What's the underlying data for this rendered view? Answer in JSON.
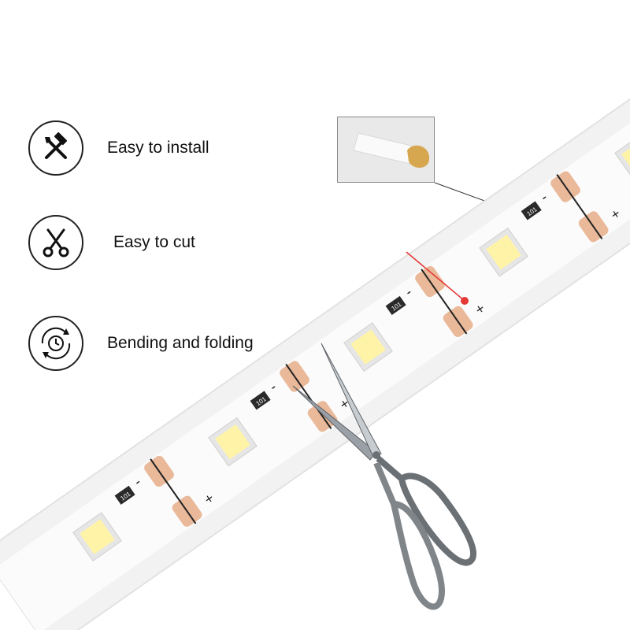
{
  "features": [
    {
      "label": "Easy to install",
      "icon": "hammer-screwdriver-icon"
    },
    {
      "label": "Easy to cut",
      "icon": "scissors-icon"
    },
    {
      "label": "Bending and folding",
      "icon": "clock-rotate-icon"
    }
  ],
  "strip": {
    "resistor_label": "101",
    "plus_sign": "+",
    "minus_sign": "-",
    "led_color": "#fff3a8",
    "pad_color": "#e9b99a",
    "strip_color": "#f2f2f2"
  }
}
